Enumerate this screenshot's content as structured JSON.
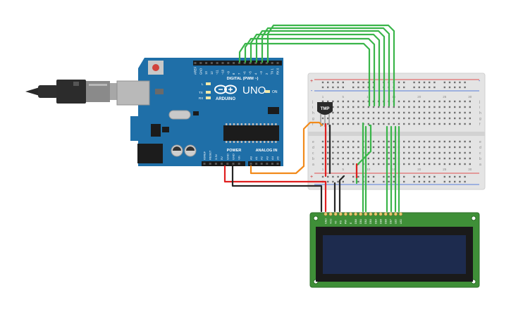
{
  "board": {
    "brand": "ARDUINO",
    "model": "UNO",
    "digital_header": "DIGITAL (PWM ~)",
    "power_header": "POWER",
    "analog_header": "ANALOG IN",
    "on_label": "ON",
    "led_l": "L",
    "led_tx": "TX",
    "led_rx": "RX",
    "digital_pins": [
      "AREF",
      "GND",
      "13",
      "12",
      "~11",
      "~10",
      "~9",
      "8",
      "7",
      "~6",
      "~5",
      "4",
      "~3",
      "2",
      "TX 1",
      "RX 0"
    ],
    "power_pins": [
      "IOREF",
      "RESET",
      "3.3V",
      "5V",
      "GND",
      "GND",
      "Vin"
    ],
    "analog_pins": [
      "A0",
      "A1",
      "A2",
      "A3",
      "A4",
      "A5"
    ]
  },
  "sensor": {
    "label": "TMP"
  },
  "breadboard": {
    "rail_marks": [
      "+",
      "-"
    ],
    "row_letters_top": [
      "j",
      "i",
      "h",
      "g",
      "f"
    ],
    "row_letters_bottom": [
      "e",
      "d",
      "c",
      "b",
      "a"
    ],
    "column_numbers": [
      "1",
      "5",
      "10",
      "15",
      "20",
      "25",
      "30"
    ]
  },
  "lcd": {
    "pins": [
      "GND",
      "VCC",
      "V0",
      "RS",
      "RW",
      "E",
      "DB0",
      "DB1",
      "DB2",
      "DB3",
      "DB4",
      "DB5",
      "DB6",
      "DB7",
      "LED",
      "LED"
    ]
  },
  "colors": {
    "board_blue": "#1f6fa8",
    "breadboard": "#e4e4e4",
    "lcd_pcb": "#3f8f38",
    "lcd_screen": "#1d2b4e",
    "wire_green": "#3ab54a",
    "wire_red": "#e02020",
    "wire_black": "#262626",
    "wire_orange": "#f28a1a"
  }
}
